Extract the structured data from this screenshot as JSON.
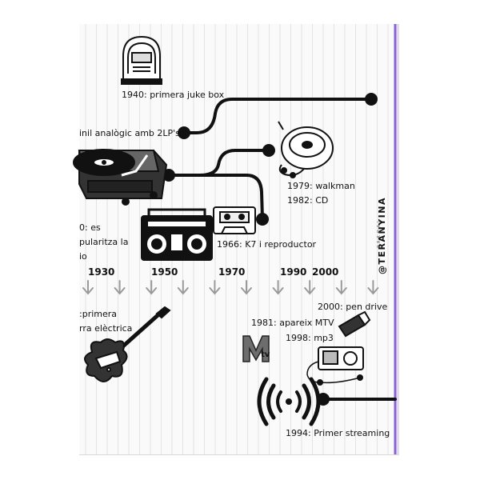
{
  "events": {
    "jukebox": "1940: primera juke box",
    "vinyl": "inil analògic amb 2LP's",
    "walkman_1": "1979: walkman",
    "walkman_2": "1982: CD",
    "cassette": "1966: K7 i reproductor",
    "radio_1": "0: es",
    "radio_2": "pularitza la",
    "radio_3": "io",
    "guitar_1": ":primera",
    "guitar_2": "rra elèctrica",
    "pendrive": "2000: pen drive",
    "mtv": "1981: apareix MTV",
    "mp3": "1998: mp3",
    "streaming": "1994: Primer streaming"
  },
  "timeline": {
    "years": [
      "1930",
      "1950",
      "1970",
      "1990",
      "2000"
    ]
  },
  "brand": {
    "handle": "@TERANYINA",
    "sub": "PAROAL"
  },
  "icons": {
    "jukebox": "jukebox-icon",
    "turntable": "turntable-icon",
    "cd_player": "cd-player-icon",
    "cassette": "cassette-icon",
    "boombox": "boombox-icon",
    "guitar": "electric-guitar-icon",
    "usb": "usb-drive-icon",
    "mtv": "mtv-logo",
    "mp3_player": "mp3-player-icon",
    "streaming": "streaming-icon"
  },
  "colors": {
    "accent_line": "#8a63d2",
    "ink": "#111111",
    "arrow": "#9a9a9a"
  }
}
